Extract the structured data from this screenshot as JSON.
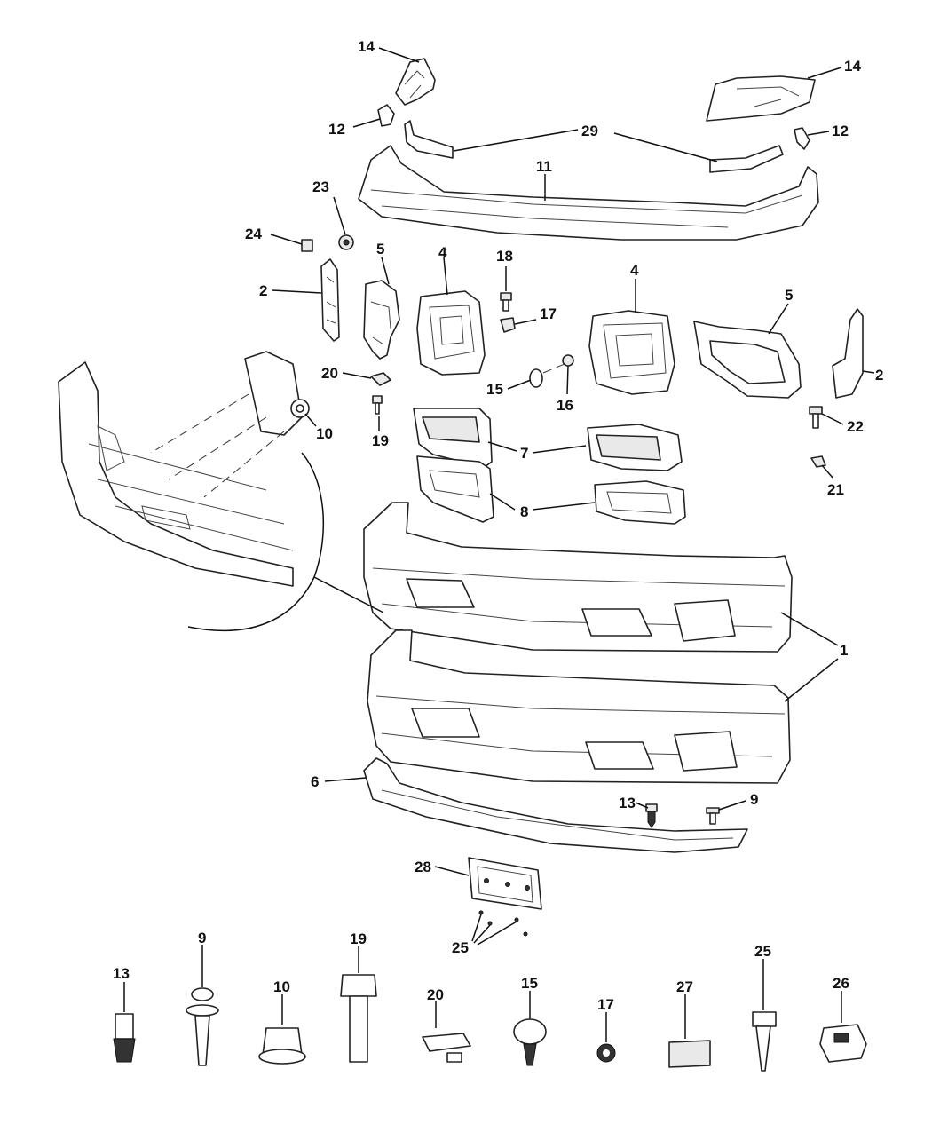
{
  "diagram": {
    "callouts": [
      "14",
      "14",
      "12",
      "12",
      "29",
      "11",
      "23",
      "24",
      "5",
      "4",
      "18",
      "4",
      "5",
      "2",
      "17",
      "2",
      "20",
      "15",
      "16",
      "10",
      "19",
      "22",
      "7",
      "21",
      "8",
      "1",
      "6",
      "13",
      "9",
      "28",
      "25",
      "13",
      "9",
      "10",
      "19",
      "20",
      "15",
      "17",
      "27",
      "25",
      "26"
    ]
  }
}
